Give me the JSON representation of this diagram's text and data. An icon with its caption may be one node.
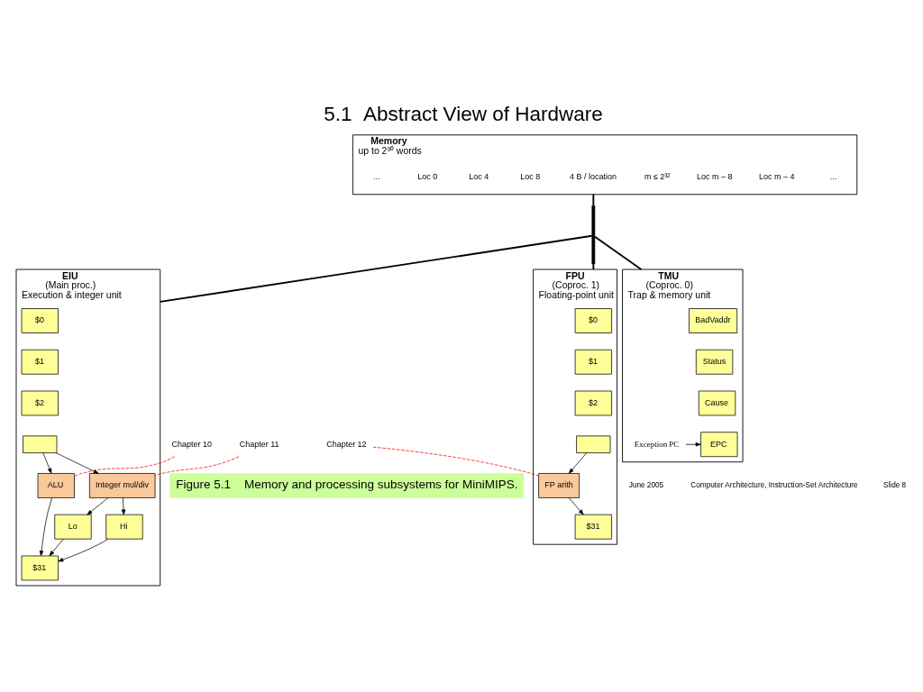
{
  "diagram": {
    "title": "5.1  Abstract View of Hardware",
    "caption": "Figure 5.1    Memory and processing subsystems for MiniMIPS.",
    "nodes": [
      {
        "text": [
          "Memory",
          "up to 2³⁰ words"
        ]
      },
      {
        "text": [],
        "shape": "bar"
      },
      {
        "text": [
          "EIU",
          "(Main proc.)",
          "Execution & integer unit"
        ]
      },
      {
        "text": [
          "$0"
        ],
        "in": 2
      },
      {
        "text": [
          "$1"
        ],
        "in": 2
      },
      {
        "text": [
          "$2"
        ],
        "in": 2
      },
      {
        "text": [],
        "shape": "box",
        "in": 2
      },
      {
        "text": [
          "$31"
        ],
        "in": 2
      },
      {
        "text": [
          "ALU"
        ],
        "in": 2
      },
      {
        "text": [
          "Integer mul/div"
        ],
        "in": 2
      },
      {
        "text": [
          "Hi"
        ],
        "in": 2
      },
      {
        "text": [
          "Lo"
        ],
        "in": 2
      },
      {
        "text": [
          "FPU",
          "(Coproc. 1)",
          "Floating-point unit"
        ]
      },
      {
        "text": [
          "$0"
        ],
        "in": 12
      },
      {
        "text": [
          "$1"
        ],
        "in": 12
      },
      {
        "text": [
          "$2"
        ],
        "in": 12
      },
      {
        "text": [],
        "shape": "box",
        "in": 12
      },
      {
        "text": [
          "$31"
        ],
        "in": 12
      },
      {
        "text": [
          "FP arith"
        ],
        "in": 12
      },
      {
        "text": [
          "TMU",
          "(Coproc. 0)",
          "Trap & memory unit"
        ]
      },
      {
        "text": [
          "BadVaddr"
        ],
        "in": 19
      },
      {
        "text": [
          "Status"
        ],
        "in": 19
      },
      {
        "text": [
          "Cause"
        ],
        "in": 19
      },
      {
        "text": [
          "EPC"
        ],
        "in": 19
      },
      {
        "text": [
          "Exception PC"
        ],
        "in": 19
      },
      {
        "text": [
          "Chapter 10"
        ]
      },
      {
        "text": [
          "Chapter 11"
        ]
      },
      {
        "text": [
          "Chapter 12"
        ]
      }
    ],
    "edges": [
      {
        "from": 0,
        "to": 1,
        "arrow": "none"
      },
      {
        "from": 1,
        "to": 2,
        "arrow": "none"
      },
      {
        "from": 1,
        "to": 12,
        "arrow": "none"
      },
      {
        "from": 1,
        "to": 19,
        "arrow": "none"
      },
      {
        "from": 6,
        "to": 8,
        "arrow": "to"
      },
      {
        "from": 6,
        "to": 9,
        "arrow": "to"
      },
      {
        "from": 8,
        "to": 7,
        "arrow": "to"
      },
      {
        "from": 9,
        "to": 10,
        "arrow": "to"
      },
      {
        "from": 9,
        "to": 11,
        "arrow": "to"
      },
      {
        "from": 10,
        "to": 7,
        "arrow": "to"
      },
      {
        "from": 11,
        "to": 7,
        "arrow": "to"
      },
      {
        "from": 16,
        "to": 18,
        "arrow": "to"
      },
      {
        "from": 18,
        "to": 17,
        "arrow": "to"
      },
      {
        "from": 24,
        "to": 23,
        "arrow": "to"
      },
      {
        "from": 25,
        "to": 8,
        "arrow": "none",
        "style": "dashed",
        "color": "#ff0000"
      },
      {
        "from": 26,
        "to": 9,
        "arrow": "none",
        "style": "dashed",
        "color": "#ff0000"
      },
      {
        "from": 27,
        "to": 18,
        "arrow": "none",
        "style": "dashed",
        "color": "#ff0000"
      }
    ],
    "labels": [
      "...",
      "Loc 0",
      "Loc 4",
      "Loc 8",
      "4 B / location",
      "m ≤ 2³²",
      "Loc m – 8",
      "Loc m – 4",
      "...",
      "June 2005",
      "Computer Architecture, Instruction-Set Architecture",
      "Slide 8"
    ]
  }
}
